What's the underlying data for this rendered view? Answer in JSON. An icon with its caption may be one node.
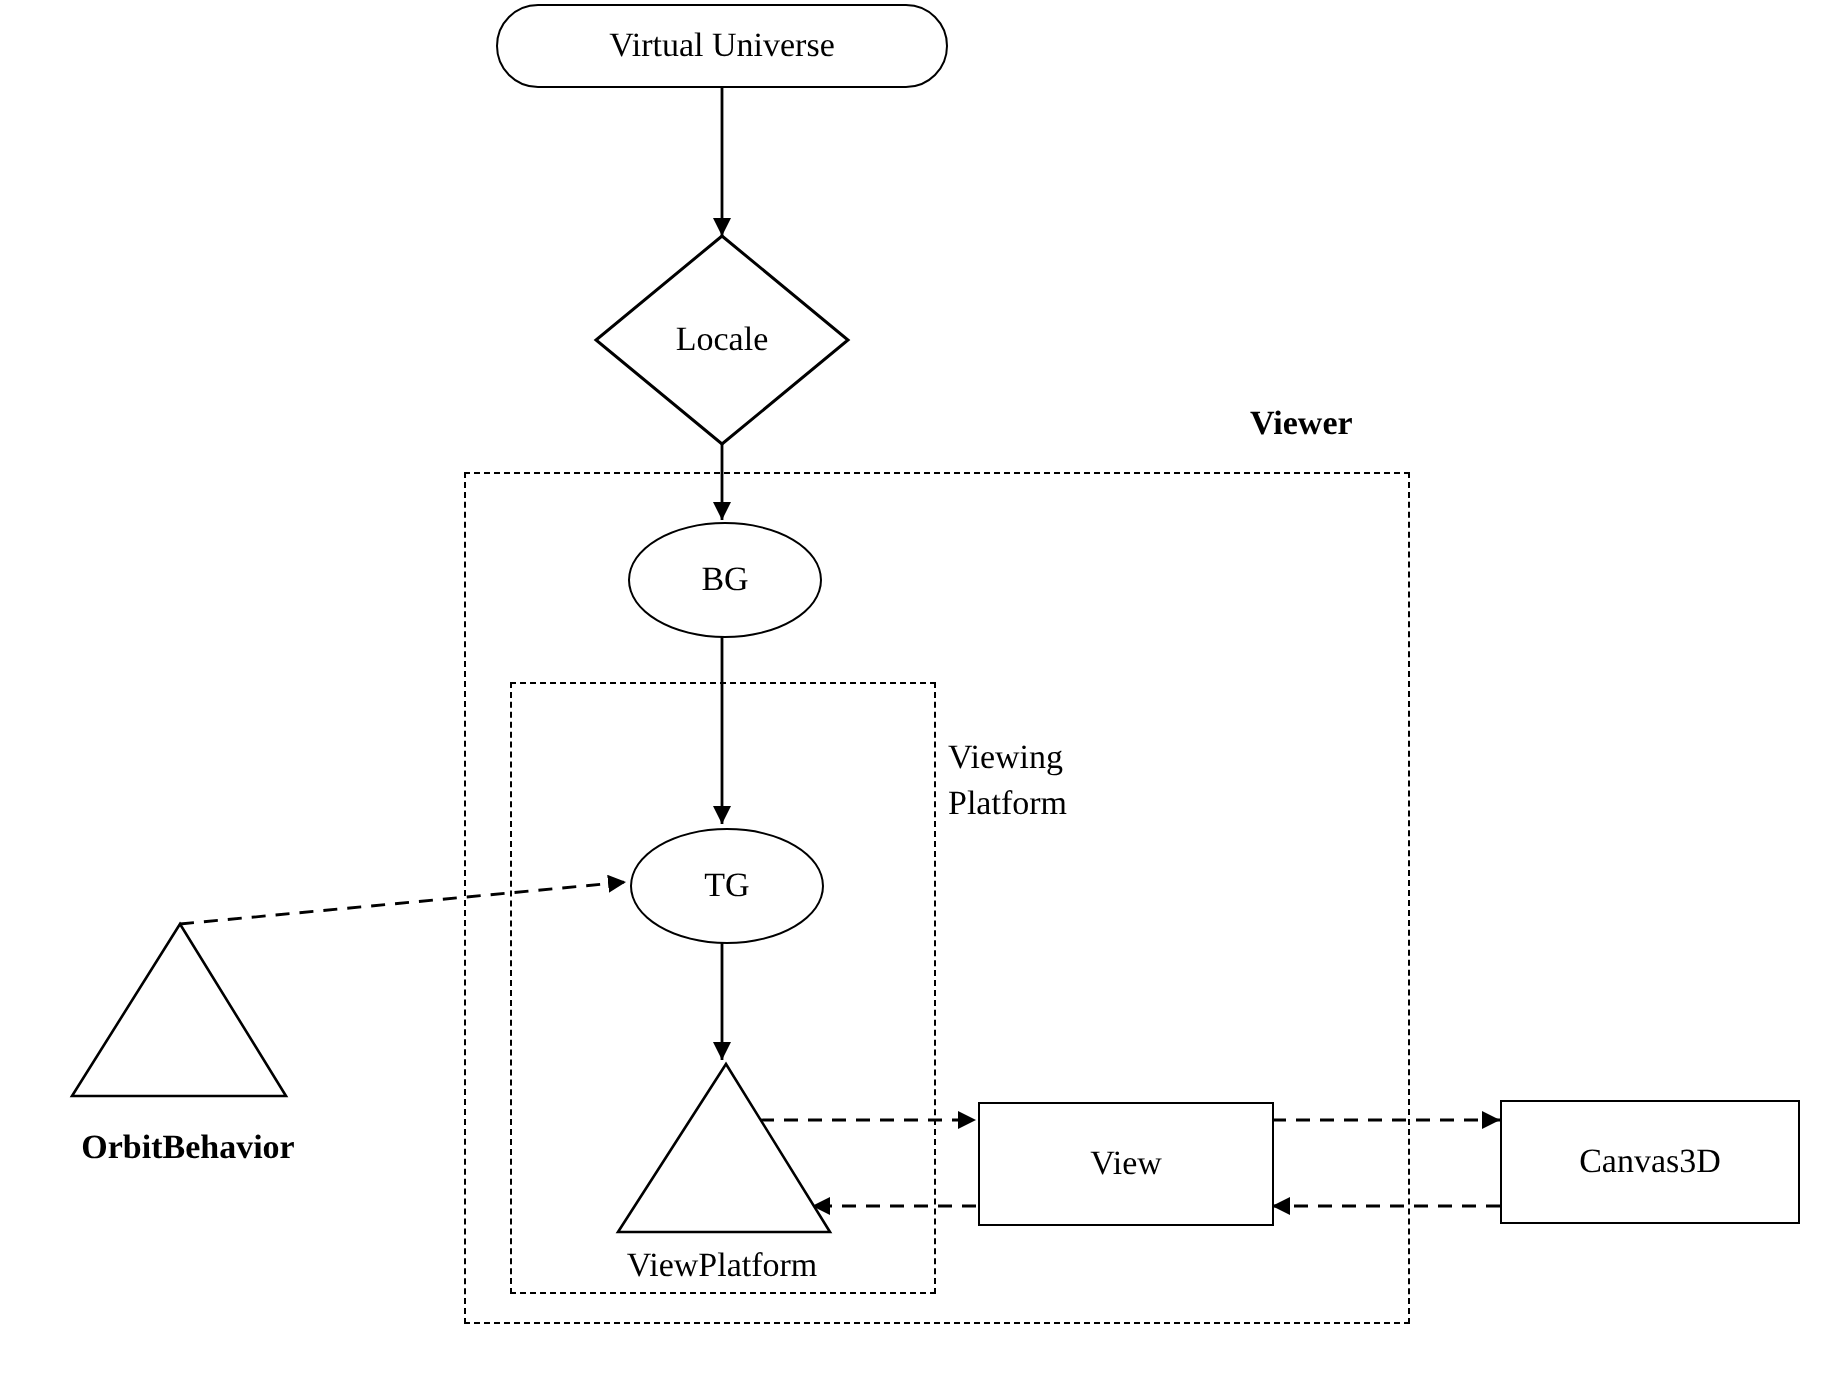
{
  "diagram": {
    "nodes": [
      {
        "text": [
          "Virtual Universe"
        ]
      },
      {
        "text": [
          "Locale"
        ]
      },
      {
        "text": [
          "Viewer"
        ]
      },
      {
        "text": [
          "BG"
        ],
        "in": 2
      },
      {
        "text": [
          "Viewing Platform"
        ],
        "in": 2
      },
      {
        "text": [
          "TG"
        ],
        "in": 4
      },
      {
        "text": [
          "ViewPlatform"
        ],
        "in": 4
      },
      {
        "text": [
          "OrbitBehavior"
        ]
      },
      {
        "text": [
          "View"
        ],
        "in": 2
      },
      {
        "text": [
          "Canvas3D"
        ]
      }
    ],
    "edges": [
      {
        "from": 0,
        "to": 1,
        "arrow": "to"
      },
      {
        "from": 1,
        "to": 3,
        "arrow": "to"
      },
      {
        "from": 3,
        "to": 5,
        "arrow": "to"
      },
      {
        "from": 5,
        "to": 6,
        "arrow": "to"
      },
      {
        "from": 7,
        "to": 5,
        "arrow": "to",
        "style": "dashed"
      },
      {
        "from": 6,
        "to": 8,
        "arrow": "to",
        "style": "dashed"
      },
      {
        "from": 8,
        "to": 6,
        "arrow": "to",
        "style": "dashed"
      },
      {
        "from": 8,
        "to": 9,
        "arrow": "to",
        "style": "dashed"
      },
      {
        "from": 9,
        "to": 8,
        "arrow": "to",
        "style": "dashed"
      }
    ]
  }
}
